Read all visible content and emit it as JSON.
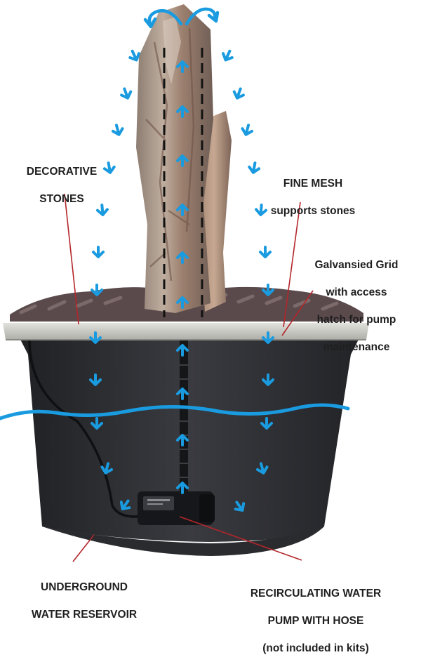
{
  "labels": {
    "decorative_stones": {
      "line1": "DECORATIVE",
      "line2": "STONES"
    },
    "fine_mesh": {
      "line1": "FINE MESH",
      "line2": "supports stones"
    },
    "galvanised_grid": {
      "line1": "Galvansied Grid",
      "line2": "with access",
      "line3": "hatch for pump",
      "line4": "maintenance"
    },
    "reservoir": {
      "line1": "UNDERGROUND",
      "line2": "WATER RESERVOIR"
    },
    "pump": {
      "line1": "RECIRCULATING WATER",
      "line2": "PUMP WITH HOSE",
      "line3": "(not included in kits)"
    }
  },
  "colors": {
    "water_arrow": "#1a9be0",
    "leader_line": "#b3262b",
    "reservoir_body": "#2e2f33",
    "grid_edge": "#c9c9c4",
    "rock": "#a08d7f"
  }
}
